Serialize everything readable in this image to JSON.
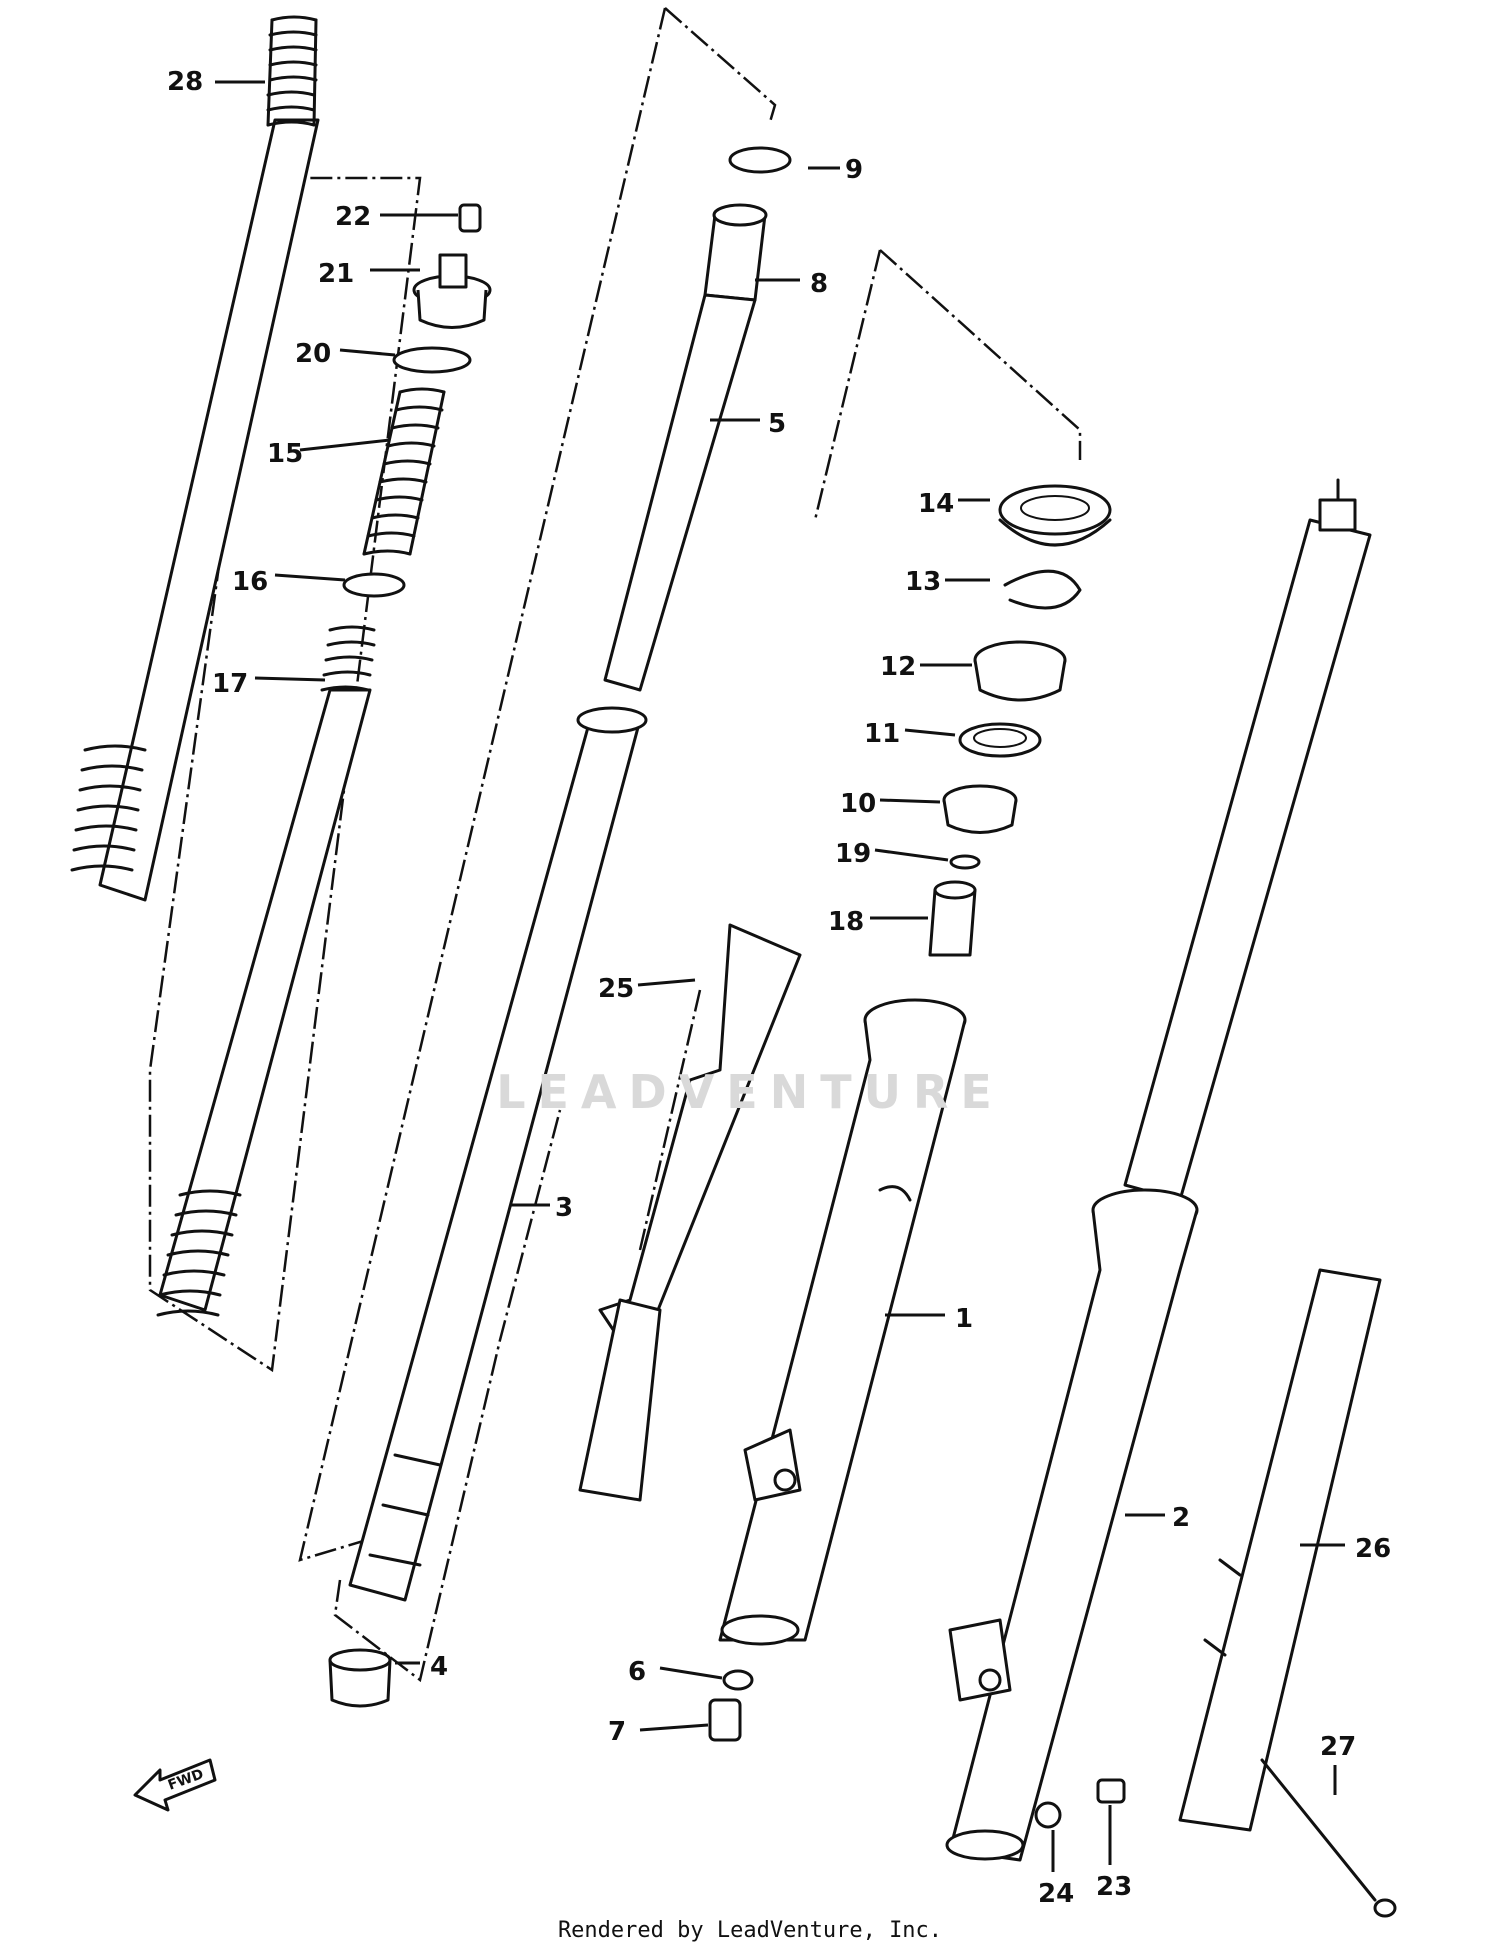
{
  "callouts": [
    {
      "num": "1"
    },
    {
      "num": "2"
    },
    {
      "num": "3"
    },
    {
      "num": "4"
    },
    {
      "num": "5"
    },
    {
      "num": "6"
    },
    {
      "num": "7"
    },
    {
      "num": "8"
    },
    {
      "num": "9"
    },
    {
      "num": "10"
    },
    {
      "num": "11"
    },
    {
      "num": "12"
    },
    {
      "num": "13"
    },
    {
      "num": "14"
    },
    {
      "num": "15"
    },
    {
      "num": "16"
    },
    {
      "num": "17"
    },
    {
      "num": "18"
    },
    {
      "num": "19"
    },
    {
      "num": "20"
    },
    {
      "num": "21"
    },
    {
      "num": "22"
    },
    {
      "num": "23"
    },
    {
      "num": "24"
    },
    {
      "num": "25"
    },
    {
      "num": "26"
    },
    {
      "num": "27"
    },
    {
      "num": "28"
    }
  ],
  "direction_marker": "FWD",
  "watermark": "LEADVENTURE",
  "footer": "Rendered by LeadVenture, Inc."
}
